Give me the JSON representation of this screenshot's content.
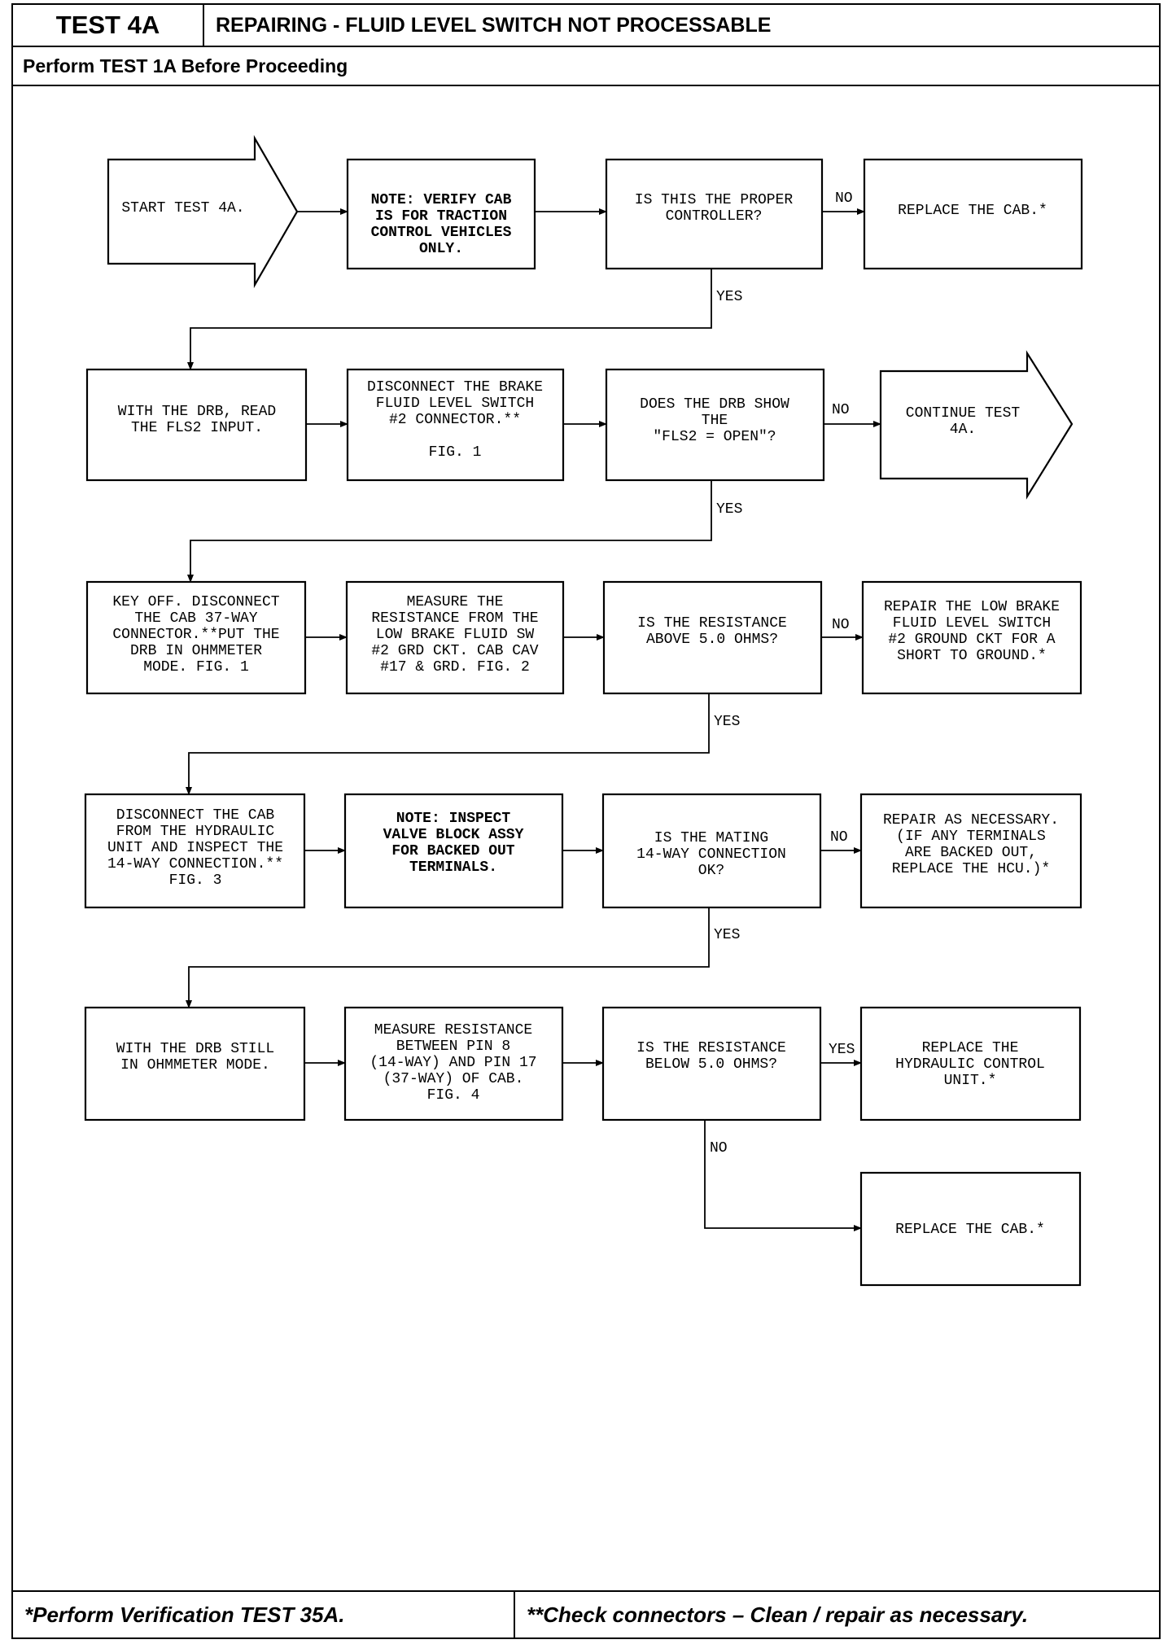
{
  "header": {
    "test_id": "TEST 4A",
    "title": "REPAIRING - FLUID LEVEL SWITCH NOT PROCESSABLE",
    "prerequisite": "Perform TEST 1A Before Proceeding"
  },
  "labels": {
    "yes": "YES",
    "no": "NO"
  },
  "flowchart": {
    "r1": {
      "start": [
        "START TEST 4A."
      ],
      "note": [
        "NOTE: VERIFY CAB",
        "IS FOR TRACTION",
        "CONTROL VEHICLES",
        "ONLY."
      ],
      "decision": [
        "IS THIS THE PROPER",
        "CONTROLLER?"
      ],
      "result": [
        "REPLACE THE CAB.*"
      ]
    },
    "r2": {
      "step": [
        "WITH THE DRB, READ",
        "THE FLS2 INPUT."
      ],
      "action": [
        "DISCONNECT THE BRAKE",
        "FLUID LEVEL SWITCH",
        "#2 CONNECTOR.**",
        "",
        "FIG. 1"
      ],
      "decision": [
        "DOES THE DRB SHOW",
        "THE",
        "\"FLS2 = OPEN\"?"
      ],
      "continue": [
        "CONTINUE TEST",
        "4A."
      ]
    },
    "r3": {
      "step": [
        "KEY OFF. DISCONNECT",
        "THE CAB 37-WAY",
        "CONNECTOR.**PUT THE",
        "DRB IN OHMMETER",
        "MODE. FIG. 1"
      ],
      "action": [
        "MEASURE THE",
        "RESISTANCE FROM THE",
        "LOW BRAKE FLUID SW",
        "#2 GRD CKT. CAB CAV",
        "#17 & GRD. FIG. 2"
      ],
      "decision": [
        "IS THE RESISTANCE",
        "ABOVE 5.0 OHMS?"
      ],
      "result": [
        "REPAIR THE LOW BRAKE",
        "FLUID LEVEL SWITCH",
        "#2 GROUND CKT FOR A",
        "SHORT TO GROUND.*"
      ]
    },
    "r4": {
      "step": [
        "DISCONNECT THE CAB",
        "FROM THE HYDRAULIC",
        "UNIT AND INSPECT THE",
        "14-WAY CONNECTION.**",
        "FIG. 3"
      ],
      "note": [
        "NOTE:  INSPECT",
        "VALVE BLOCK ASSY",
        "FOR BACKED OUT",
        "TERMINALS."
      ],
      "decision": [
        "IS THE MATING",
        "14-WAY CONNECTION",
        "OK?"
      ],
      "result": [
        "REPAIR AS NECESSARY.",
        "(IF ANY TERMINALS",
        "ARE BACKED OUT,",
        "REPLACE THE HCU.)*"
      ]
    },
    "r5": {
      "step": [
        "WITH THE DRB STILL",
        "IN OHMMETER MODE."
      ],
      "action": [
        "MEASURE RESISTANCE",
        "BETWEEN PIN 8",
        "(14-WAY) AND PIN 17",
        "(37-WAY) OF CAB.",
        "FIG. 4"
      ],
      "decision": [
        "IS THE RESISTANCE",
        "BELOW 5.0 OHMS?"
      ],
      "result_yes": [
        "REPLACE THE",
        "HYDRAULIC CONTROL",
        "UNIT.*"
      ],
      "result_no": [
        "REPLACE THE CAB.*"
      ]
    }
  },
  "footer": {
    "left": "*Perform Verification TEST 35A.",
    "right": "**Check connectors – Clean / repair as necessary."
  }
}
